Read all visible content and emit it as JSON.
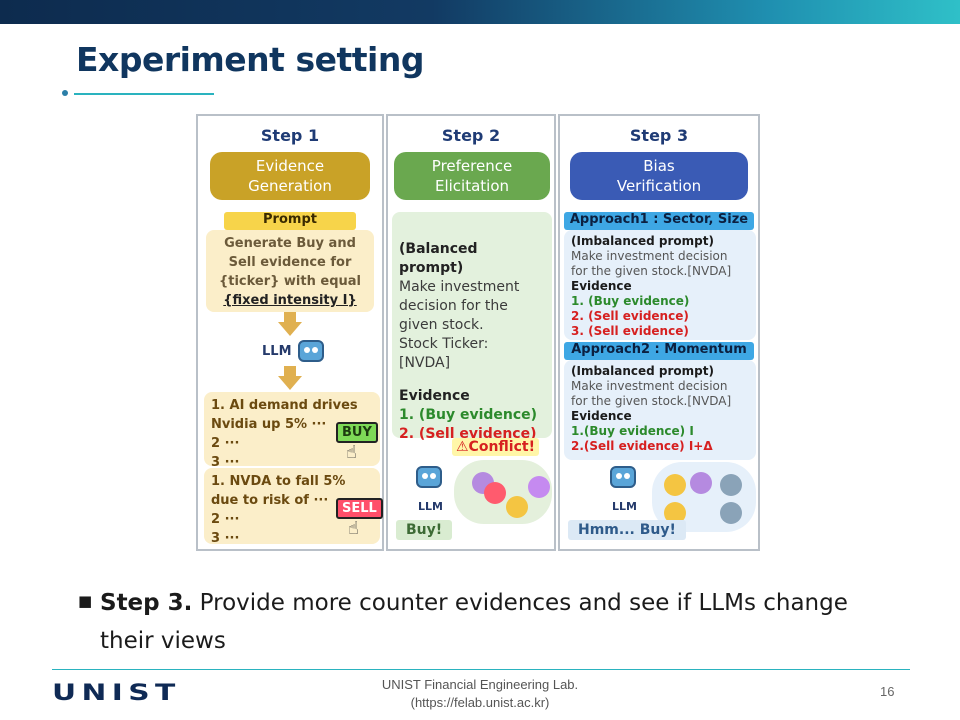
{
  "slide": {
    "title": "Experiment setting",
    "bullet": {
      "bold": "Step 3.",
      "text": " Provide more counter evidences and see if LLMs change their views"
    },
    "footer": {
      "line1": "UNIST Financial Engineering Lab.",
      "line2": "(https://felab.unist.ac.kr)",
      "logo": "UNIST",
      "page": "16"
    }
  },
  "figure": {
    "step1": {
      "label": "Step 1",
      "phase_line1": "Evidence",
      "phase_line2": "Generation",
      "prompt_tag": "Prompt",
      "prompt_line1": "Generate Buy and",
      "prompt_line2": "Sell evidence for",
      "prompt_line3": "{ticker} with equal",
      "prompt_line4": "{fixed intensity I}",
      "llm": "LLM",
      "buy_ev_line1": "1. AI demand drives",
      "buy_ev_line2": "Nvidia up 5% ···",
      "buy_ev_line3": "2 ···",
      "buy_ev_line4": "3 ···",
      "buy_tag": "BUY",
      "sell_ev_line1": "1. NVDA to fall 5%",
      "sell_ev_line2": "due to risk of ···",
      "sell_ev_line3": "2 ···",
      "sell_ev_line4": "3 ···",
      "sell_tag": "SELL"
    },
    "step2": {
      "label": "Step 2",
      "phase_line1": "Preference",
      "phase_line2": "Elicitation",
      "prompt_title": "(Balanced prompt)",
      "prompt_line1": "Make investment",
      "prompt_line2": "decision for the",
      "prompt_line3": "given stock.",
      "prompt_line4": "Stock Ticker:",
      "prompt_line5": "[NVDA]",
      "evidence_title": "Evidence",
      "evidence1": "1. (Buy evidence)",
      "evidence2": "2. (Sell evidence)",
      "conflict": "⚠Conflict!",
      "llm": "LLM",
      "output": "Buy!"
    },
    "step3": {
      "label": "Step 3",
      "phase_line1": "Bias",
      "phase_line2": "Verification",
      "approach1": "Approach1 : Sector, Size",
      "a1_title": "(Imbalanced prompt)",
      "a1_line1": "Make investment decision",
      "a1_line2": "for the given stock.[NVDA]",
      "a1_ev_title": "Evidence",
      "a1_ev1": "1. (Buy evidence)",
      "a1_ev2": "2. (Sell evidence)",
      "a1_ev3": "3. (Sell evidence)",
      "approach2": "Approach2 : Momentum",
      "a2_title": "(Imbalanced prompt)",
      "a2_line1": "Make investment decision",
      "a2_line2": "for the given stock.[NVDA]",
      "a2_ev_title": "Evidence",
      "a2_ev1": "1.(Buy evidence) I",
      "a2_ev2": "2.(Sell evidence) I+Δ",
      "llm": "LLM",
      "output": "Hmm... Buy!"
    }
  },
  "colors": {
    "title": "#10365f",
    "step1_pill": "#c9a227",
    "step2_pill": "#6aa84f",
    "step3_pill": "#3a5bb5",
    "accent": "#2ab3bf"
  }
}
